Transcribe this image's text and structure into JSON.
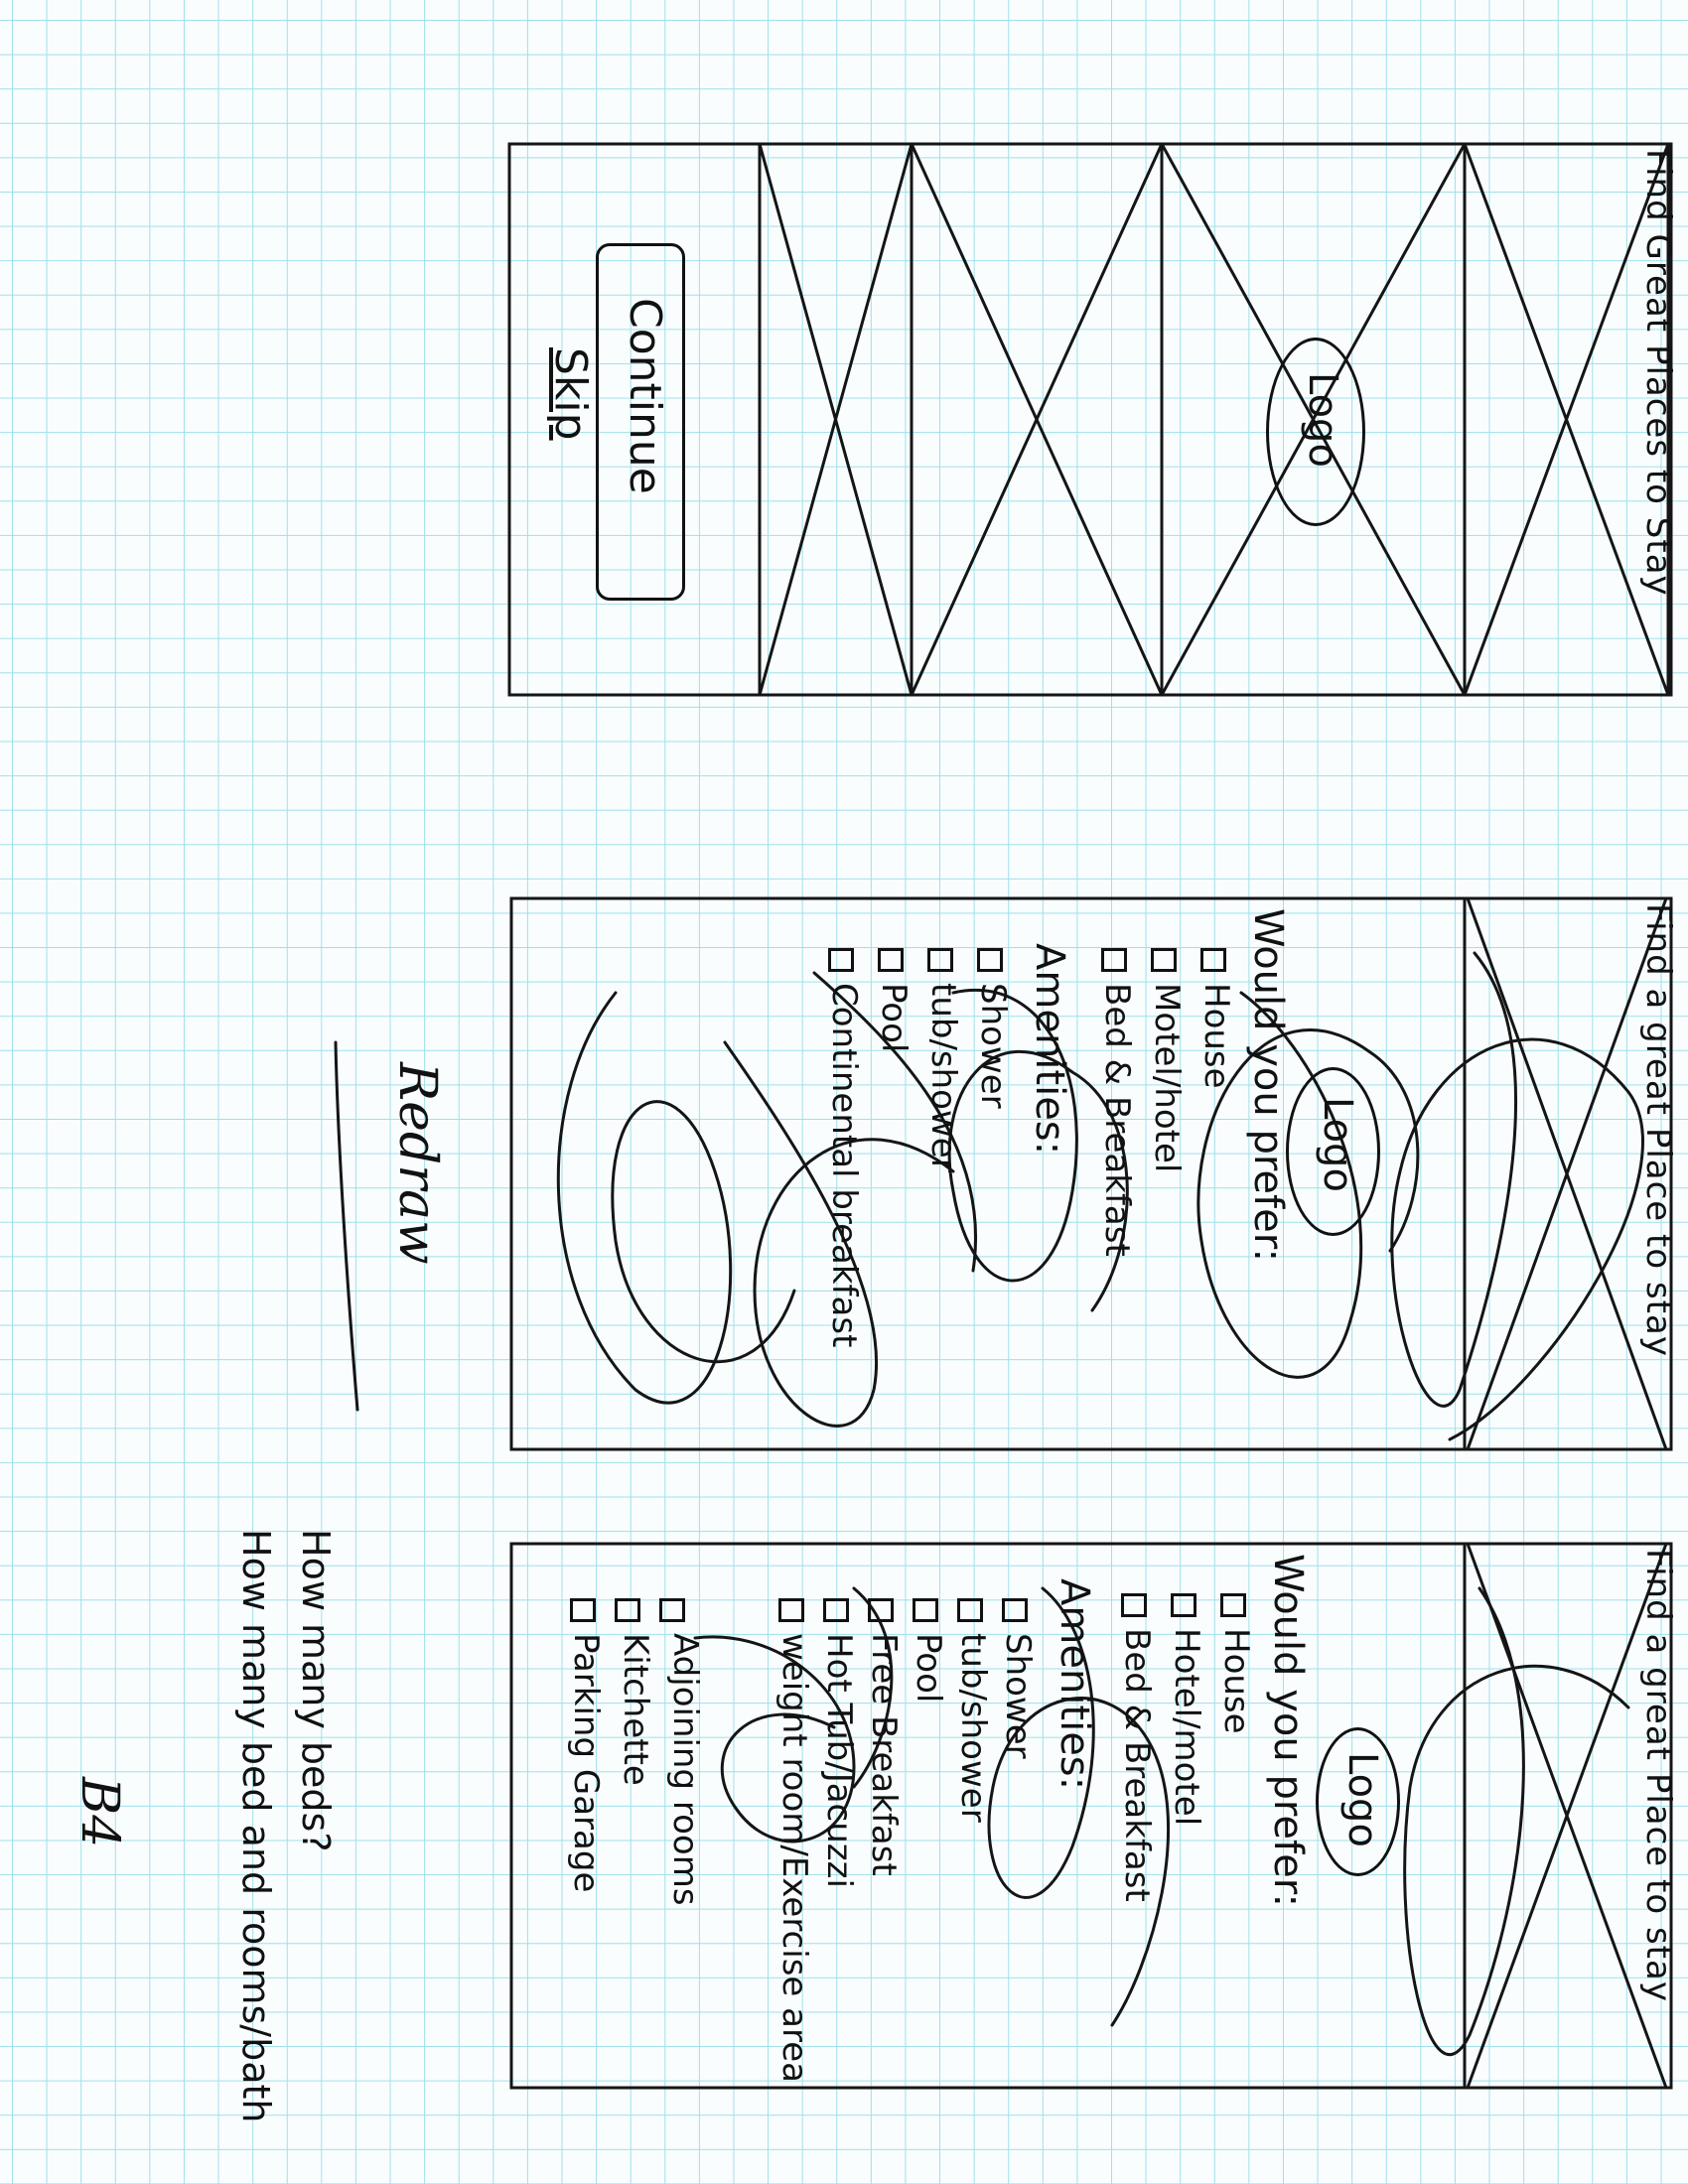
{
  "frames": [
    {
      "header": "Find Great Places to Stay",
      "logo": "Logo",
      "continue_label": "Continue",
      "skip_label": "Skip"
    },
    {
      "header": "Find a great Place to stay",
      "logo": "Logo",
      "question": "Would you prefer:",
      "options": [
        "House",
        "Motel/hotel",
        "Bed & Breakfast"
      ],
      "amenities_title": "Amenities:",
      "amenities": [
        "Shower",
        "tub/shower",
        "Pool",
        "Continental breakfast"
      ]
    },
    {
      "header": "Find a great Place to stay",
      "logo": "Logo",
      "question": "Would you prefer:",
      "options": [
        "House",
        "Hotel/motel",
        "Bed & Breakfast"
      ],
      "amenities_title": "Amenities:",
      "amenities": [
        "Shower",
        "tub/shower",
        "Pool",
        "Free Breakfast",
        "Hot Tub/Jacuzzi",
        "weight room/Exercise area",
        "Adjoining rooms",
        "Kitchette",
        "Parking Garage"
      ]
    }
  ],
  "notes": {
    "signature": "Redraw",
    "line1": "How many beds?",
    "line2": "How many bed and rooms/bath",
    "page_mark": "B4"
  }
}
